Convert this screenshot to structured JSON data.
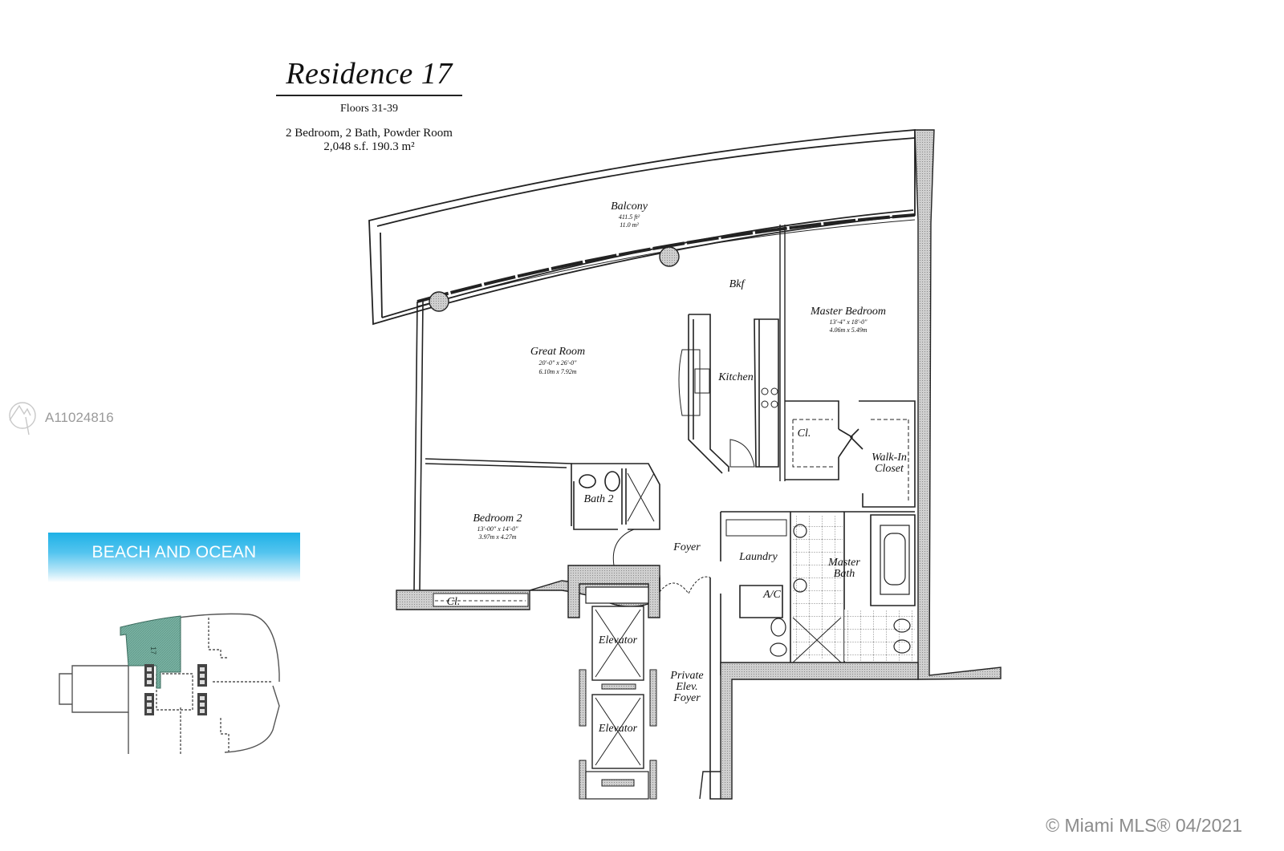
{
  "header": {
    "title": "Residence 17",
    "floors": "Floors 31-39",
    "layout": "2 Bedroom, 2 Bath, Powder Room",
    "area": "2,048 s.f.  190.3 m²"
  },
  "watermark": {
    "icon": "mls-logo-icon",
    "listing_id": "A11024816"
  },
  "key_plan": {
    "banner_label": "BEACH AND OCEAN",
    "banner_color": "#1eb1e6",
    "highlight_color": "#6fa89a",
    "unit_number": "17"
  },
  "rooms": {
    "balcony": {
      "name": "Balcony",
      "size_ft": "411.5 ft²",
      "size_m": "11.0 m²"
    },
    "bkf": {
      "name": "Bkf"
    },
    "great_room": {
      "name": "Great Room",
      "size_ft": "20'-0\" x 26'-0\"",
      "size_m": "6.10m x 7.92m"
    },
    "kitchen": {
      "name": "Kitchen"
    },
    "master_bedroom": {
      "name": "Master Bedroom",
      "size_ft": "13'-4\" x 18'-0\"",
      "size_m": "4.06m x 5.49m"
    },
    "closet_master": {
      "name": "Cl."
    },
    "walk_in_closet": {
      "name_line1": "Walk-In",
      "name_line2": "Closet"
    },
    "bedroom_2": {
      "name": "Bedroom 2",
      "size_ft": "13'-00\" x 14'-0\"",
      "size_m": "3.97m x 4.27m"
    },
    "bath_2": {
      "name": "Bath 2"
    },
    "foyer": {
      "name": "Foyer"
    },
    "laundry": {
      "name": "Laundry"
    },
    "ac": {
      "name": "A/C"
    },
    "master_bath": {
      "name_line1": "Master",
      "name_line2": "Bath"
    },
    "closet_bedroom2": {
      "name": "Cl."
    },
    "elevator_1": {
      "name": "Elevator"
    },
    "elevator_2": {
      "name": "Elevator"
    },
    "private_foyer": {
      "line1": "Private",
      "line2": "Elev.",
      "line3": "Foyer"
    }
  },
  "footer": {
    "copyright": "© Miami MLS® 04/2021"
  },
  "colors": {
    "wall_fill": "#c8c8c8",
    "line": "#222222"
  }
}
